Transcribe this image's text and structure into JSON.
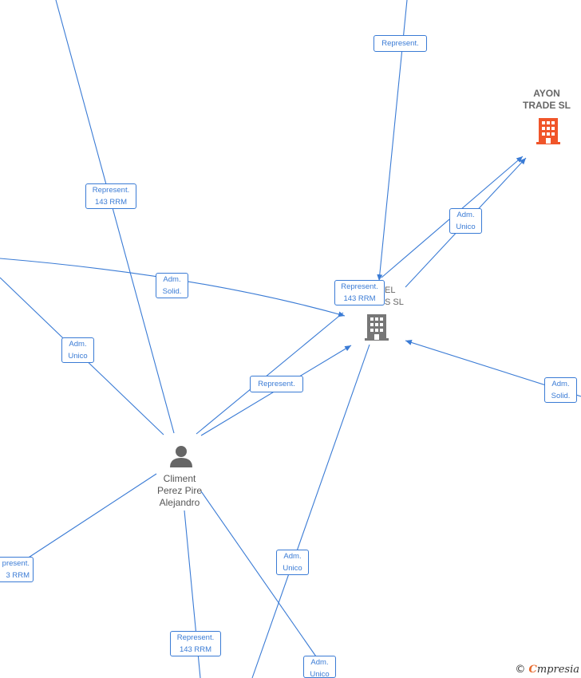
{
  "nodes": {
    "person": {
      "lines": [
        "Climent",
        "Perez Pire",
        "Alejandro"
      ]
    },
    "company_center": {
      "lines": [
        "EL",
        "S  SL"
      ]
    },
    "company_ayon": {
      "lines": [
        "AYON",
        "TRADE  SL"
      ]
    }
  },
  "edge_labels": [
    {
      "id": "top-represent",
      "lines": [
        "Represent."
      ]
    },
    {
      "id": "left-represent-143",
      "lines": [
        "Represent.",
        "143 RRM"
      ]
    },
    {
      "id": "adm-solid-left",
      "lines": [
        "Adm.",
        "Solid."
      ]
    },
    {
      "id": "center-represent-143",
      "lines": [
        "Represent.",
        "143 RRM"
      ]
    },
    {
      "id": "adm-unico-ayon",
      "lines": [
        "Adm.",
        "Unico"
      ]
    },
    {
      "id": "adm-unico-left",
      "lines": [
        "Adm.",
        "Unico"
      ]
    },
    {
      "id": "person-represent",
      "lines": [
        "Represent."
      ]
    },
    {
      "id": "adm-solid-right",
      "lines": [
        "Adm.",
        "Solid."
      ]
    },
    {
      "id": "bottom-left-represent",
      "lines": [
        "present.",
        "3 RRM"
      ]
    },
    {
      "id": "adm-unico-bottom",
      "lines": [
        "Adm.",
        "Unico"
      ]
    },
    {
      "id": "bottom-represent-143",
      "lines": [
        "Represent.",
        "143 RRM"
      ]
    },
    {
      "id": "adm-unico-bottom-right",
      "lines": [
        "Adm.",
        "Unico"
      ]
    }
  ],
  "colors": {
    "edge": "#3a7bd5",
    "company_gray": "#777777",
    "company_highlight": "#f0552a",
    "person": "#666666"
  },
  "watermark": {
    "symbol": "©",
    "brand_initial": "C",
    "brand_rest": "mpresia"
  }
}
